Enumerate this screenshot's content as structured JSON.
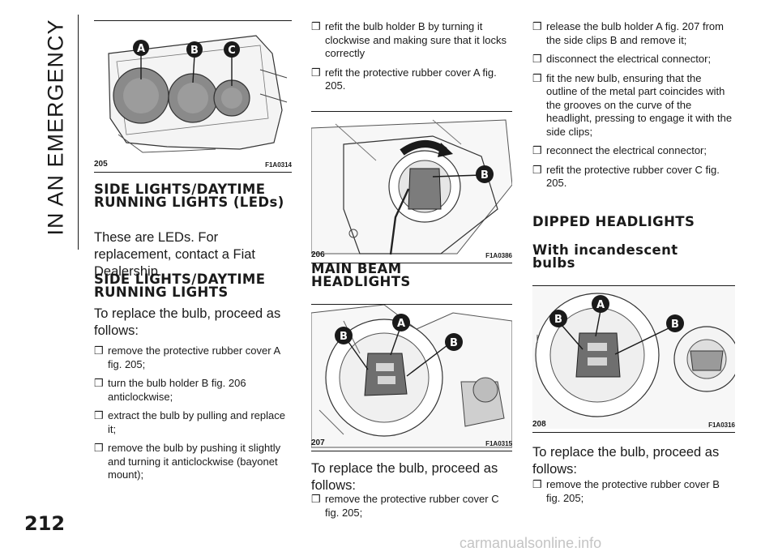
{
  "side_title": "IN AN EMERGENCY",
  "page_number": "212",
  "watermark": "carmanualsonline.info",
  "column1": {
    "figure": {
      "number": "205",
      "code": "F1A0314",
      "callouts": [
        "A",
        "B",
        "C"
      ]
    },
    "section1": {
      "heading": "SIDE LIGHTS/DAYTIME RUNNING LIGHTS (LEDs)",
      "text": "These are LEDs. For replacement, contact a Fiat Dealership."
    },
    "section2": {
      "heading": "SIDE LIGHTS/DAYTIME RUNNING LIGHTS",
      "intro": "To replace the bulb, proceed as follows:",
      "steps": [
        "remove the protective rubber cover A fig. 205;",
        "turn the bulb holder B fig. 206 anticlockwise;",
        "extract the bulb by pulling and replace it;",
        "remove the bulb by pushing it slightly and turning it anticlockwise (bayonet mount);"
      ]
    }
  },
  "column2": {
    "steps_top": [
      "refit the bulb holder B by turning it clockwise and making sure that it locks correctly",
      "refit the protective rubber cover A fig. 205."
    ],
    "figure1": {
      "number": "206",
      "code": "F1A0386",
      "callouts": [
        "B"
      ]
    },
    "section": {
      "heading": "MAIN BEAM HEADLIGHTS"
    },
    "figure2": {
      "number": "207",
      "code": "F1A0315",
      "callouts": [
        "B",
        "A",
        "B"
      ]
    },
    "intro": "To replace the bulb, proceed as follows:",
    "steps_bottom": [
      "remove the protective rubber cover C fig. 205;"
    ]
  },
  "column3": {
    "steps_top": [
      "release the bulb holder A fig. 207 from the side clips B and remove it;",
      "disconnect the electrical connector;",
      "fit the new bulb, ensuring that the outline of the metal part coincides with the grooves on the curve of the headlight, pressing to engage it with the side clips;",
      "reconnect the electrical connector;",
      "refit the protective rubber cover C fig. 205."
    ],
    "section": {
      "heading": "DIPPED HEADLIGHTS",
      "subheading": "With incandescent bulbs"
    },
    "figure": {
      "number": "208",
      "code": "F1A0316",
      "callouts": [
        "B",
        "A",
        "B"
      ]
    },
    "intro": "To replace the bulb, proceed as follows:",
    "steps_bottom": [
      "remove the protective rubber cover B fig. 205;"
    ]
  },
  "bullet_glyph": "❒"
}
